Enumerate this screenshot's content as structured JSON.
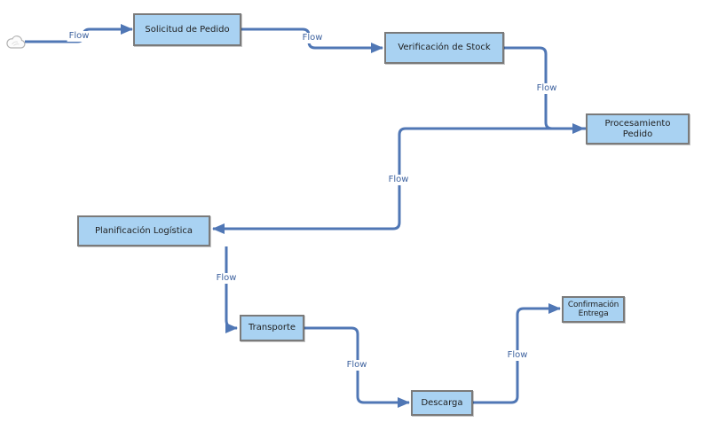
{
  "diagram": {
    "type": "flowchart",
    "nodes": [
      {
        "id": "start",
        "kind": "cloud",
        "label": ""
      },
      {
        "id": "solicitud",
        "label": "Solicitud de Pedido"
      },
      {
        "id": "verificacion",
        "label": "Verificación de Stock"
      },
      {
        "id": "procesamiento",
        "label": "Procesamiento Pedido"
      },
      {
        "id": "planificacion",
        "label": "Planificación Logística"
      },
      {
        "id": "transporte",
        "label": "Transporte"
      },
      {
        "id": "descarga",
        "label": "Descarga"
      },
      {
        "id": "confirmacion",
        "label": "Confirmación Entrega"
      }
    ],
    "edges": [
      {
        "from": "start",
        "to": "solicitud",
        "label": "Flow"
      },
      {
        "from": "solicitud",
        "to": "verificacion",
        "label": "Flow"
      },
      {
        "from": "verificacion",
        "to": "procesamiento",
        "label": "Flow"
      },
      {
        "from": "procesamiento",
        "to": "planificacion",
        "label": "Flow"
      },
      {
        "from": "planificacion",
        "to": "transporte",
        "label": "Flow"
      },
      {
        "from": "transporte",
        "to": "descarga",
        "label": "Flow"
      },
      {
        "from": "descarga",
        "to": "confirmacion",
        "label": "Flow"
      }
    ],
    "colors": {
      "node_fill": "#A9D2F2",
      "node_border": "#7A7A7A",
      "connector": "#5077B5",
      "edge_label_text": "#3F639F",
      "node_text": "#1F1F1F",
      "cloud_stroke": "#B3B3B3",
      "background": "#FFFFFF"
    }
  }
}
